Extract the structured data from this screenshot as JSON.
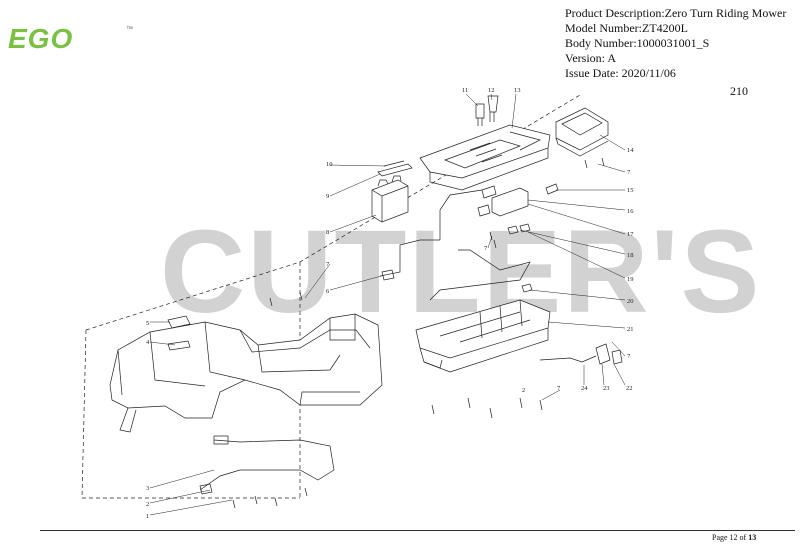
{
  "brand": {
    "logo_text": "EGO",
    "trademark": "™"
  },
  "header": {
    "product_description": "Product Description:Zero Turn Riding Mower",
    "model_number": "Model Number:ZT4200L",
    "body_number": "Body Number:1000031001_S",
    "version": "Version: A",
    "issue_date": "Issue Date: 2020/11/06"
  },
  "diagram_number": "210",
  "watermark": "CUTLER'S",
  "callouts": [
    "1",
    "2",
    "3",
    "4",
    "5",
    "6",
    "7",
    "8",
    "9",
    "10",
    "11",
    "12",
    "13",
    "14",
    "7",
    "15",
    "16",
    "17",
    "7",
    "18",
    "19",
    "20",
    "21",
    "7",
    "22",
    "23",
    "24",
    "7",
    "2"
  ],
  "footer": {
    "page_prefix": "Page 12 of",
    "page_total": "13"
  },
  "colors": {
    "brand_green": "#7ac143",
    "watermark": "#d2d2d2",
    "line": "#222222"
  }
}
